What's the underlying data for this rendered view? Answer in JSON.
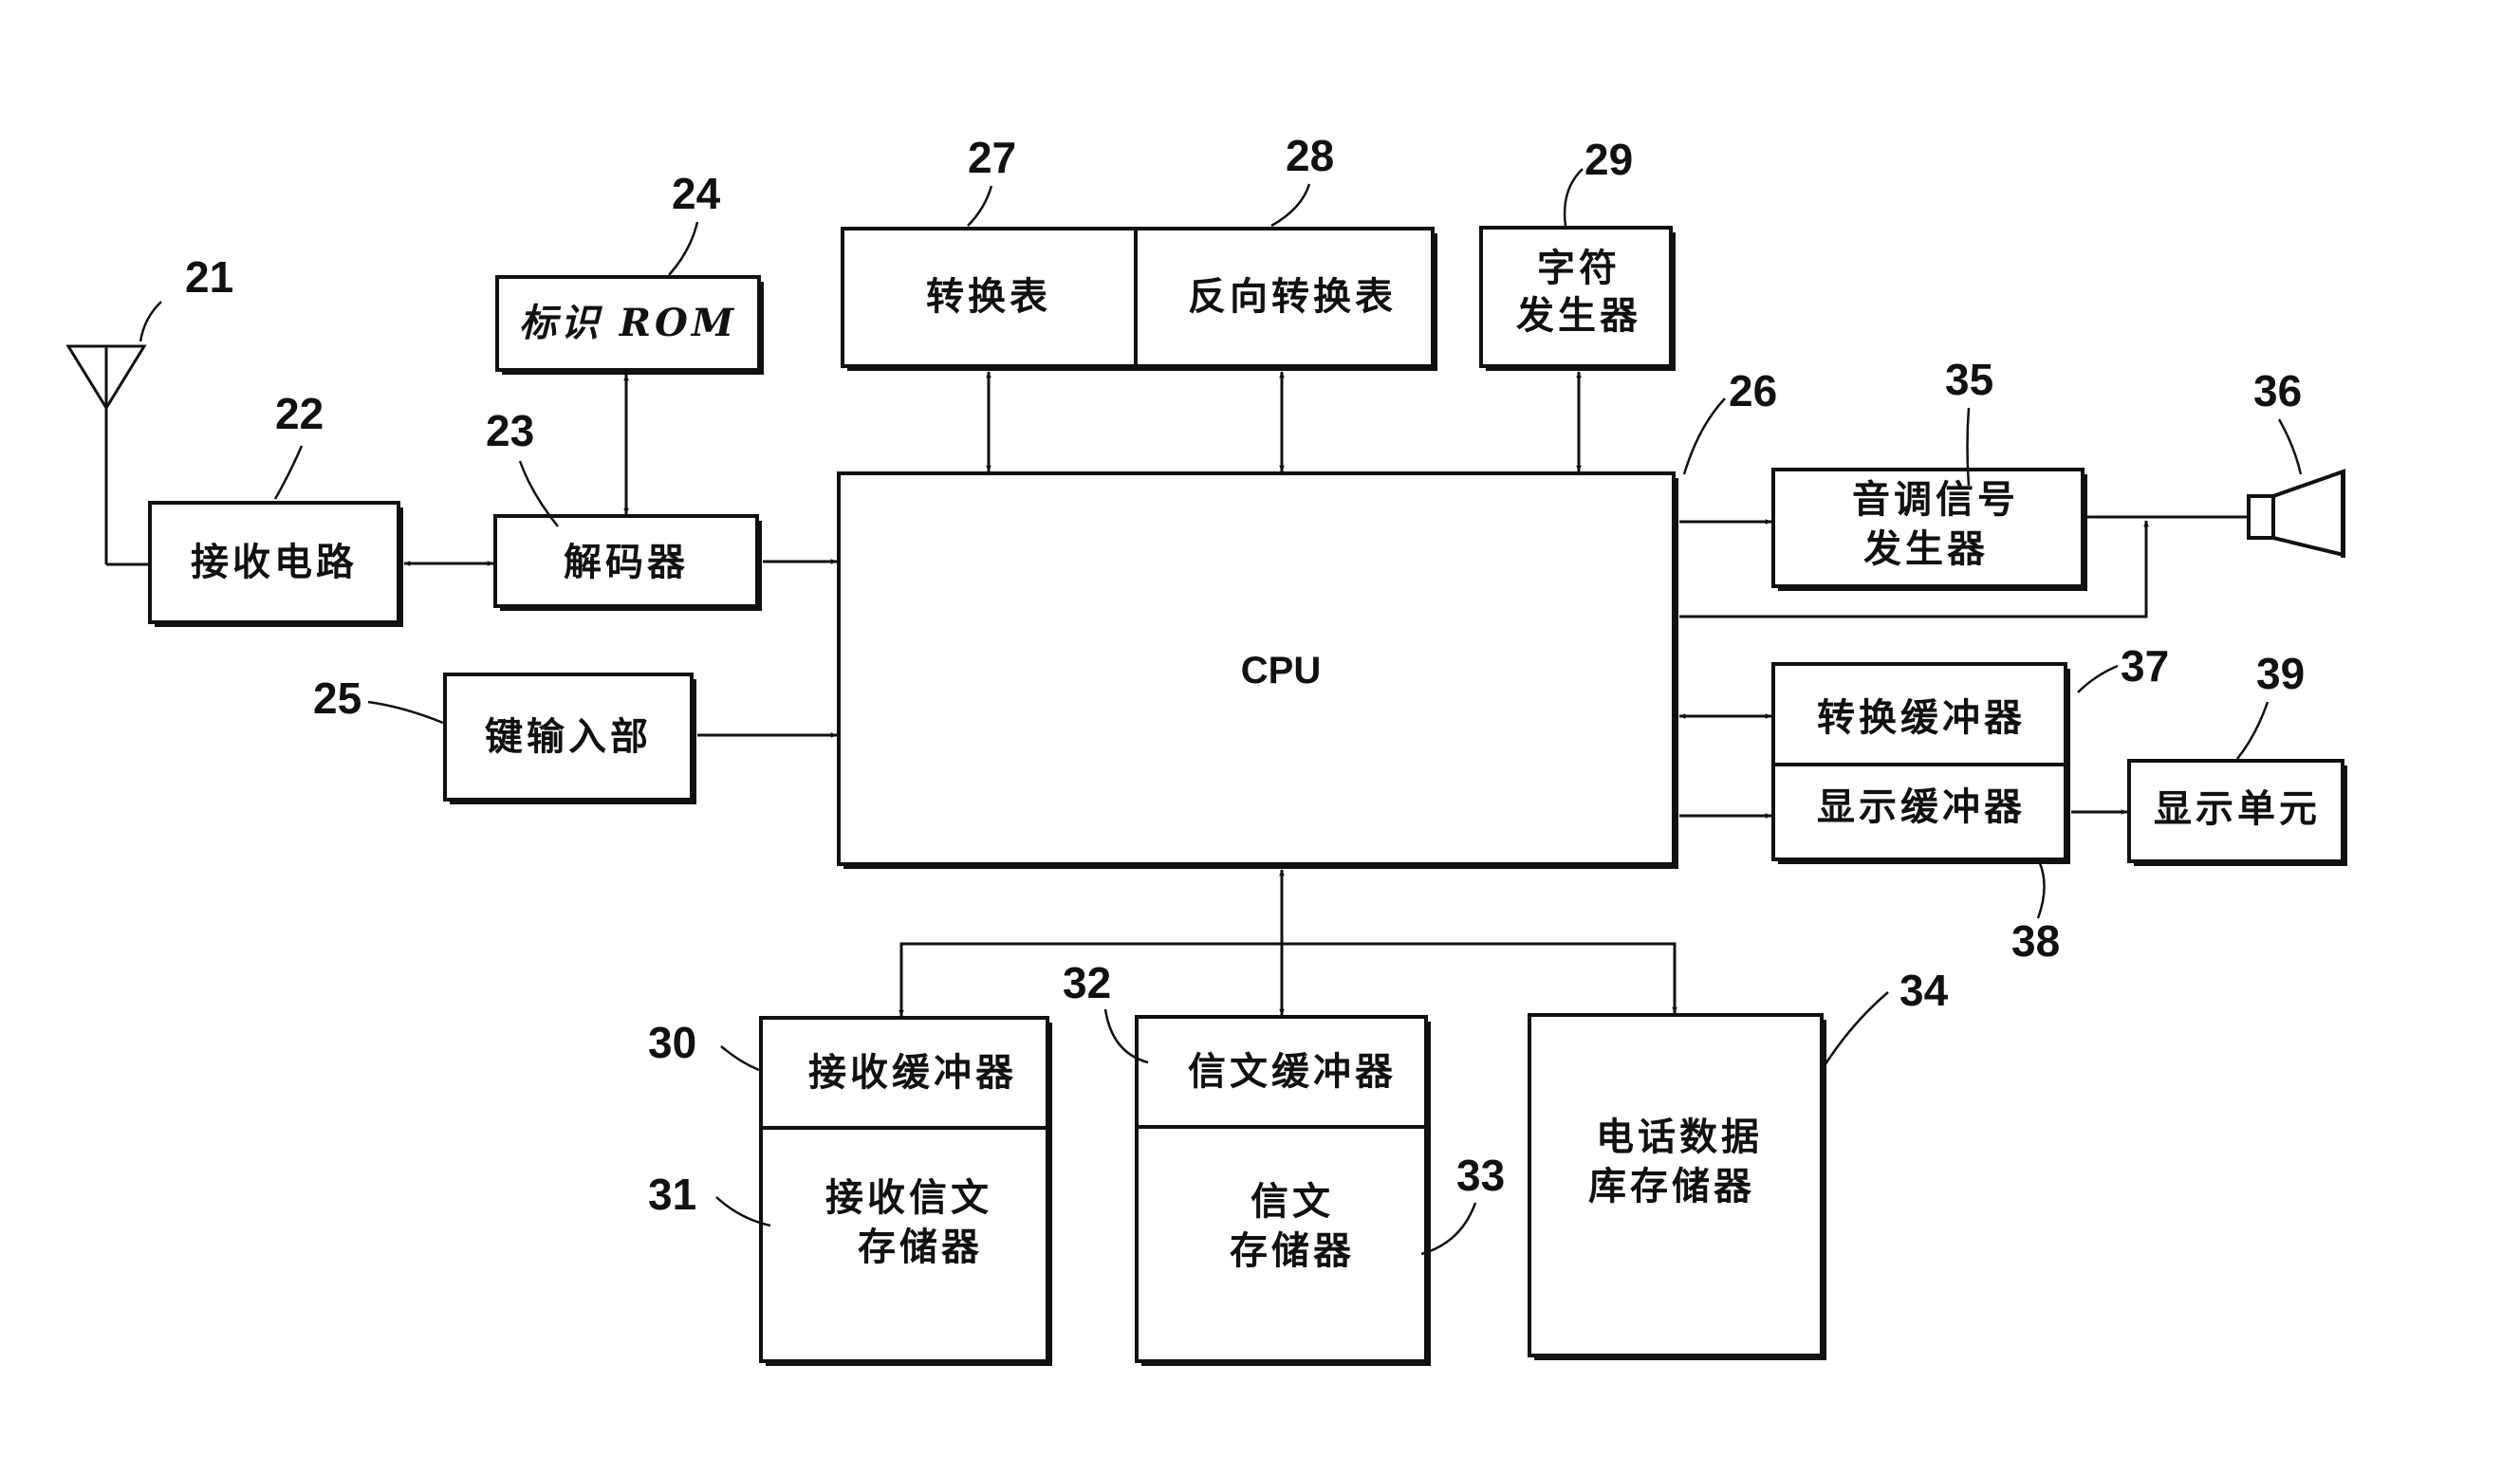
{
  "blocks": {
    "receive_circuit": "接收电路",
    "id_rom": "标识 ROM",
    "decoder": "解码器",
    "key_input": "键输入部",
    "conversion_table": "转换表",
    "reverse_table": "反向转换表",
    "char_gen_line1": "字符",
    "char_gen_line2": "发生器",
    "cpu": "CPU",
    "tone_gen_line1": "音调信号",
    "tone_gen_line2": "发生器",
    "conversion_buffer": "转换缓冲器",
    "display_buffer": "显示缓冲器",
    "display_unit": "显示单元",
    "receive_buffer": "接收缓冲器",
    "receive_msg_line1": "接收信文",
    "receive_msg_line2": "存储器",
    "msg_buffer": "信文缓冲器",
    "msg_mem_line1": "信文",
    "msg_mem_line2": "存储器",
    "phone_db_line1": "电话数据",
    "phone_db_line2": "库存储器"
  },
  "refs": {
    "antenna": "21",
    "receive_circuit": "22",
    "decoder": "23",
    "id_rom": "24",
    "key_input": "25",
    "cpu": "26",
    "conversion_table": "27",
    "reverse_table": "28",
    "char_gen": "29",
    "receive_buffer": "30",
    "receive_msg": "31",
    "msg_buffer": "32",
    "msg_mem": "33",
    "phone_db": "34",
    "tone_gen": "35",
    "speaker": "36",
    "conversion_buffer": "37",
    "display_buffer": "38",
    "display_unit": "39"
  }
}
